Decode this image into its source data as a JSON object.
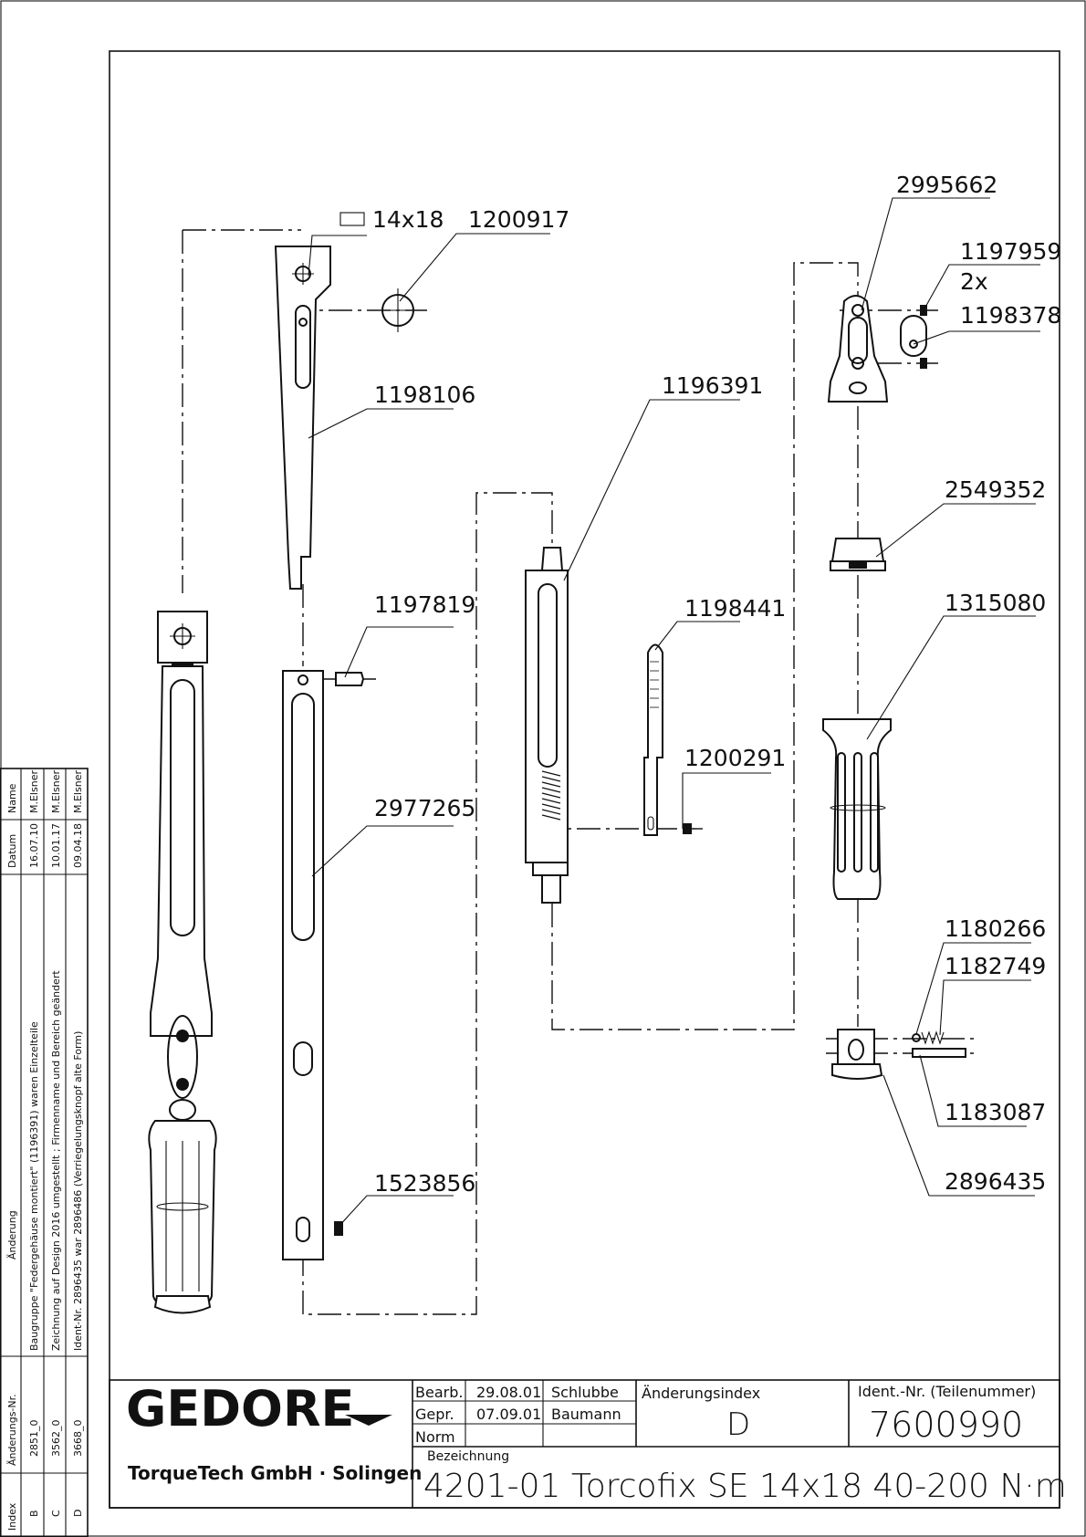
{
  "drawing": {
    "size_spec": "14x18",
    "callouts": [
      "1200917",
      "1198106",
      "1197819",
      "2977265",
      "1523856",
      "1196391",
      "1198441",
      "1200291",
      "2995662",
      "1197959",
      "1198378",
      "2549352",
      "1315080",
      "1180266",
      "1182749",
      "1183087",
      "2896435"
    ],
    "quantity_note": "2x"
  },
  "revision_table": {
    "headers": {
      "index": "Index",
      "change_no": "Änderungs-Nr.",
      "change": "Änderung",
      "date": "Datum",
      "name": "Name"
    },
    "rows": [
      {
        "index": "B",
        "change_no": "2851_0",
        "change": "Baugruppe \"Federgehäuse montiert\" (1196391) waren Einzelteile",
        "date": "16.07.10",
        "name": "M.Elsner"
      },
      {
        "index": "C",
        "change_no": "3562_0",
        "change": "Zeichnung auf Design 2016 umgestellt ; Firmenname und Bereich geändert",
        "date": "10.01.17",
        "name": "M.Elsner"
      },
      {
        "index": "D",
        "change_no": "3668_0",
        "change": "Ident-Nr. 2896435 war 2896486 (Verriegelungsknopf alte Form)",
        "date": "09.04.18",
        "name": "M.Elsner"
      }
    ]
  },
  "title_block": {
    "logo": "GEDORE",
    "company": "TorqueTech GmbH · Solingen",
    "bearb_label": "Bearb.",
    "bearb_date": "29.08.01",
    "bearb_name": "Schlubbe",
    "gepr_label": "Gepr.",
    "gepr_date": "07.09.01",
    "gepr_name": "Baumann",
    "norm_label": "Norm",
    "change_index_label": "Änderungsindex",
    "change_index": "D",
    "ident_label": "Ident.-Nr.  (Teilenummer)",
    "ident_no": "7600990",
    "designation_label": "Bezeichnung",
    "designation": "4201-01 Torcofix SE 14x18 40-200 N·m"
  },
  "colors": {
    "ink": "#111111",
    "paper": "#ffffff"
  }
}
